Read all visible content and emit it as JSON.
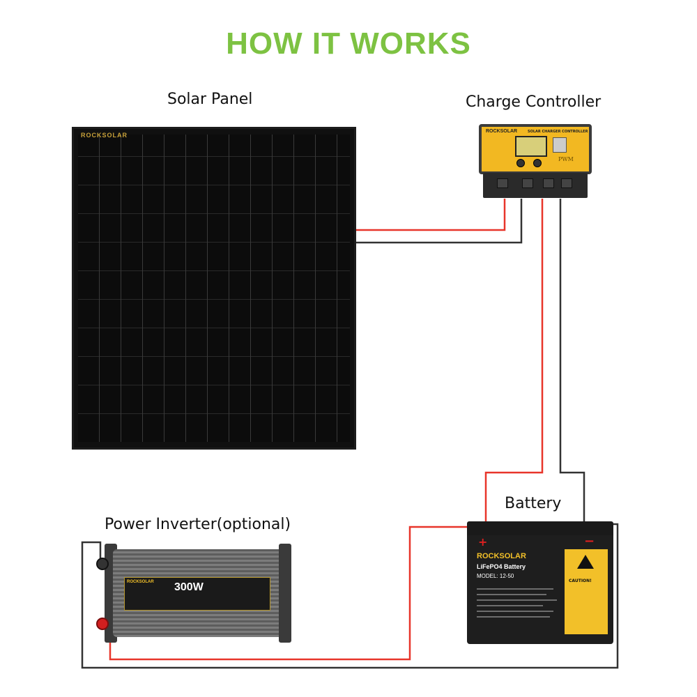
{
  "title": "HOW IT WORKS",
  "labels": {
    "solar_panel": "Solar Panel",
    "charge_controller": "Charge Controller",
    "battery": "Battery",
    "inverter": "Power Inverter(optional)"
  },
  "colors": {
    "title": "#7dc242",
    "positive_wire": "#e8352a",
    "negative_wire": "#333333"
  },
  "devices": {
    "panel_brand": "ROCKSOLAR",
    "controller_brand": "ROCKSOLAR",
    "controller_title": "SOLAR CHARGER CONTROLLER",
    "controller_mode": "PWM",
    "battery_brand": "ROCKSOLAR",
    "battery_type": "LiFePO4 Battery",
    "battery_model": "MODEL: 12-50",
    "battery_caution": "CAUTION!",
    "inverter_brand": "ROCKSOLAR",
    "inverter_power": "300W"
  }
}
